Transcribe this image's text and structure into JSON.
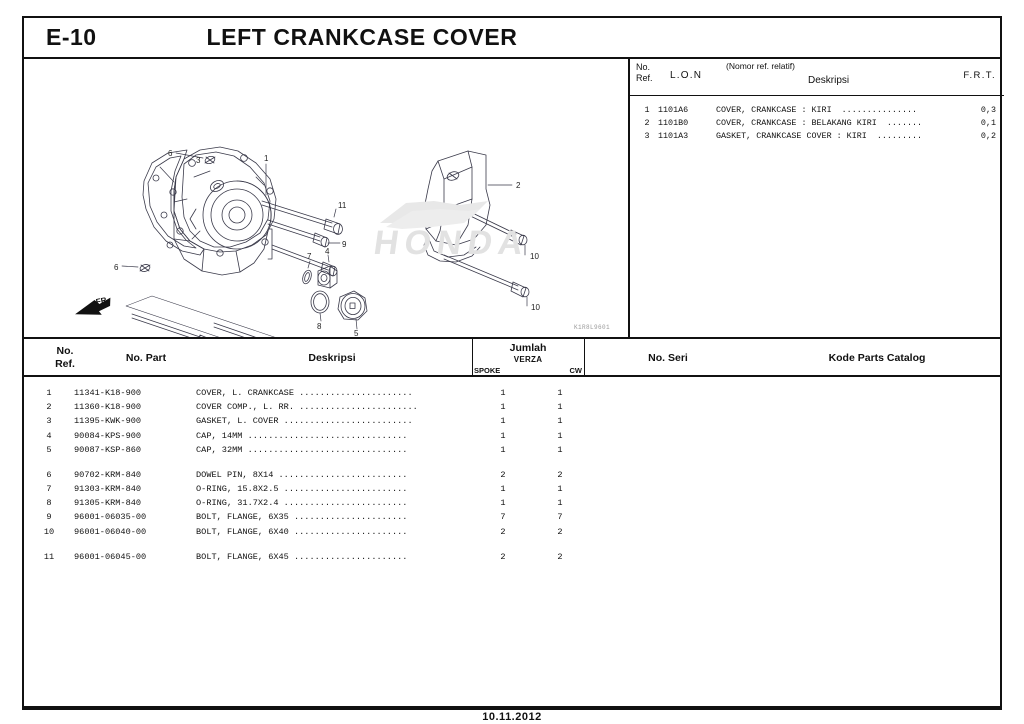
{
  "header": {
    "page_code": "E-10",
    "title": "LEFT CRANKCASE COVER"
  },
  "lon_panel": {
    "head": {
      "no_ref": "No.\nRef.",
      "no_label": "No.",
      "ref_label": "Ref.",
      "lon_label": "L.O.N",
      "nomor_rel": "(Nomor ref. relatif)",
      "deskripsi": "Deskripsi",
      "frt": "F.R.T."
    },
    "rows": [
      {
        "ref": "1",
        "lon": "1101A6",
        "desc": "COVER, CRANKCASE : KIRI",
        "dots": "...............",
        "frt": "0,3"
      },
      {
        "ref": "2",
        "lon": "1101B0",
        "desc": "COVER, CRANKCASE : BELAKANG KIRI",
        "dots": ".......",
        "frt": "0,1"
      },
      {
        "ref": "3",
        "lon": "1101A3",
        "desc": "GASKET, CRANKCASE COVER : KIRI",
        "dots": ".........",
        "frt": "0,2"
      }
    ]
  },
  "illustration": {
    "fr_mark": "FR.",
    "watermark": "HONDA",
    "diagram_code": "K1R8L9601",
    "callouts": [
      "1",
      "2",
      "3",
      "4",
      "5",
      "6",
      "7",
      "8",
      "9",
      "10",
      "11"
    ]
  },
  "parts_table": {
    "columns": {
      "no_ref_line1": "No.",
      "no_ref_line2": "Ref.",
      "no_part": "No. Part",
      "deskripsi": "Deskripsi",
      "jumlah": "Jumlah",
      "model": "VERZA",
      "spoke": "SPOKE",
      "cw": "CW",
      "no_seri": "No. Seri",
      "kode_parts_catalog": "Kode Parts Catalog"
    },
    "groups": [
      {
        "rows": [
          {
            "ref": "1",
            "part": "11341-K18-900",
            "desc": "COVER, L. CRANKCASE",
            "dots": "......................",
            "spoke": "1",
            "cw": "1"
          },
          {
            "ref": "2",
            "part": "11360-K18-900",
            "desc": "COVER COMP., L. RR.",
            "dots": ".......................",
            "spoke": "1",
            "cw": "1"
          },
          {
            "ref": "3",
            "part": "11395-KWK-900",
            "desc": "GASKET, L. COVER",
            "dots": ".........................",
            "spoke": "1",
            "cw": "1"
          },
          {
            "ref": "4",
            "part": "90084-KPS-900",
            "desc": "CAP, 14MM",
            "dots": "...............................",
            "spoke": "1",
            "cw": "1"
          },
          {
            "ref": "5",
            "part": "90087-KSP-860",
            "desc": "CAP, 32MM",
            "dots": "...............................",
            "spoke": "1",
            "cw": "1"
          }
        ]
      },
      {
        "rows": [
          {
            "ref": "6",
            "part": "90702-KRM-840",
            "desc": "DOWEL PIN, 8X14",
            "dots": ".........................",
            "spoke": "2",
            "cw": "2"
          },
          {
            "ref": "7",
            "part": "91303-KRM-840",
            "desc": "O-RING, 15.8X2.5",
            "dots": "........................",
            "spoke": "1",
            "cw": "1"
          },
          {
            "ref": "8",
            "part": "91305-KRM-840",
            "desc": "O-RING, 31.7X2.4",
            "dots": "........................",
            "spoke": "1",
            "cw": "1"
          },
          {
            "ref": "9",
            "part": "96001-06035-00",
            "desc": "BOLT, FLANGE, 6X35",
            "dots": "......................",
            "spoke": "7",
            "cw": "7"
          },
          {
            "ref": "10",
            "part": "96001-06040-00",
            "desc": "BOLT, FLANGE, 6X40",
            "dots": "......................",
            "spoke": "2",
            "cw": "2"
          }
        ]
      },
      {
        "rows": [
          {
            "ref": "11",
            "part": "96001-06045-00",
            "desc": "BOLT, FLANGE, 6X45",
            "dots": "......................",
            "spoke": "2",
            "cw": "2"
          }
        ]
      }
    ]
  },
  "footer": {
    "date": "10.11.2012"
  },
  "colors": {
    "ink": "#111111",
    "line": "#444444",
    "watermark": "#e2e2e2"
  }
}
